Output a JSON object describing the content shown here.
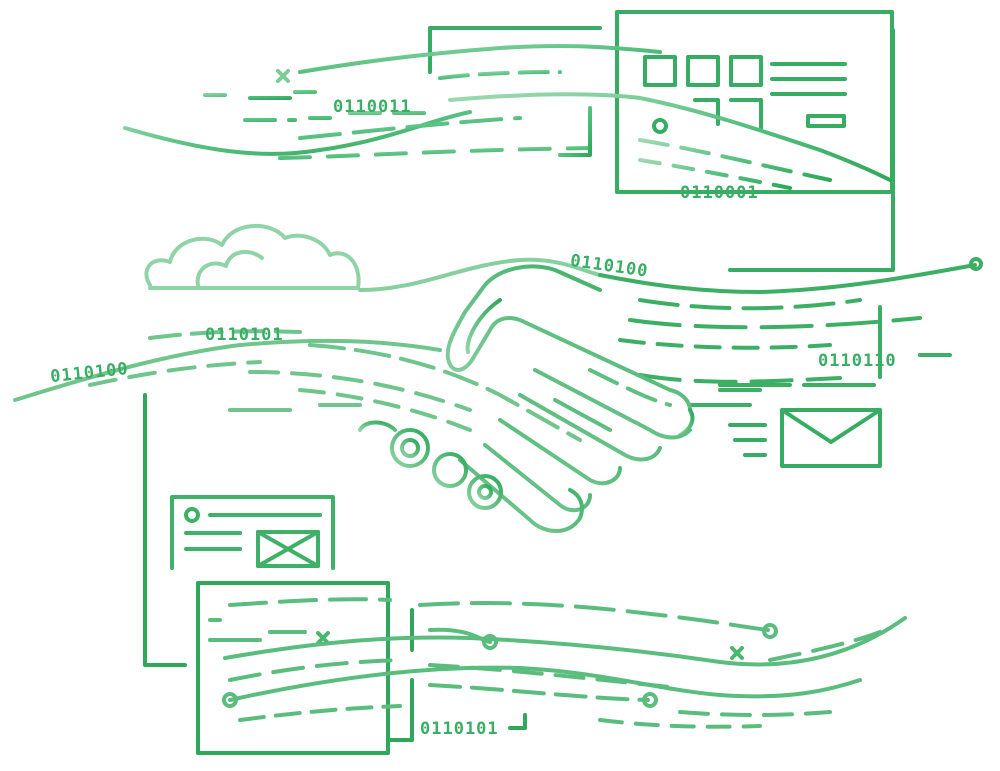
{
  "illustration": {
    "subject": "handshake-data-exchange",
    "colors": {
      "gradient_start": "#9fd9b3",
      "gradient_mid": "#57c180",
      "gradient_end": "#2ea85a",
      "background": "#ffffff"
    },
    "binary_labels": [
      {
        "id": "binary-top-left",
        "text": "0110011"
      },
      {
        "id": "binary-top-window",
        "text": "0110001"
      },
      {
        "id": "binary-hand-top",
        "text": "0110100"
      },
      {
        "id": "binary-mid-left",
        "text": "0110100"
      },
      {
        "id": "binary-mid-center",
        "text": "0110101"
      },
      {
        "id": "binary-right",
        "text": "0110110"
      },
      {
        "id": "binary-bottom",
        "text": "0110101"
      }
    ],
    "icons": [
      "cloud-icon",
      "envelope-icon",
      "image-placeholder-icon",
      "close-x-icon"
    ]
  }
}
